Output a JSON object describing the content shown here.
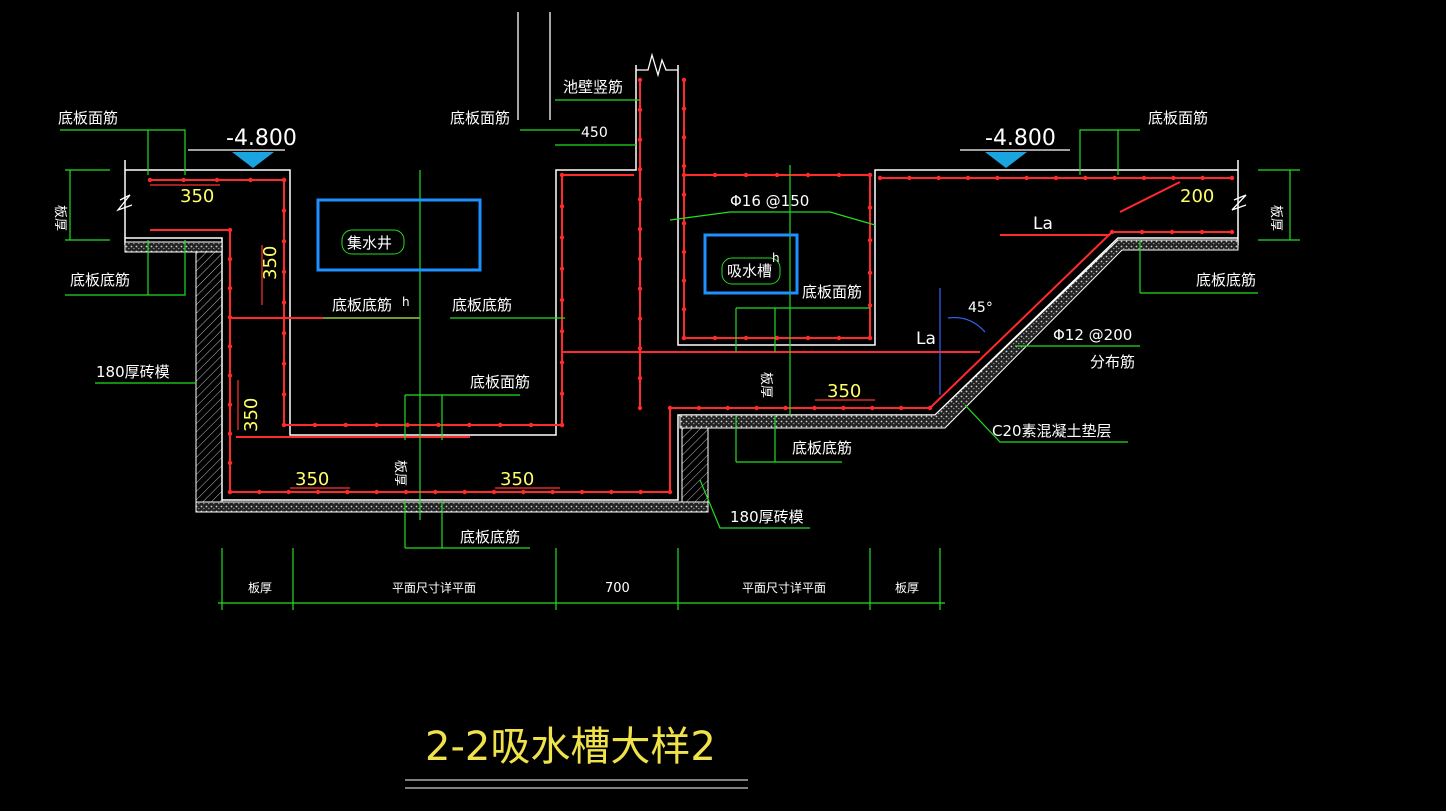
{
  "drawing": {
    "title": "2-2吸水槽大样2",
    "elevation_left": "-4.800",
    "elevation_right": "-4.800",
    "highlight_color": "#1e90ff",
    "rebar_color": "#ff2a2a",
    "leader_color": "#22dd22",
    "text_color": "#ffffff",
    "dim_color": "#ffff66",
    "labels": {
      "tl_top": "底板面筋",
      "tl_bottom": "底板底筋",
      "top_mid": "底板面筋",
      "wall_vertical": "池壁竖筋",
      "dim_450": "450",
      "tr_top": "底板面筋",
      "tr_bottom": "底板底筋",
      "pit_bottom_left": "底板底筋",
      "pit_bottom_right": "底板底筋",
      "sump_face": "底板面筋",
      "sump_bottom": "底板底筋",
      "trough_face": "底板面筋",
      "trough_bottom": "底板底筋",
      "brick_left": "180厚砖模",
      "brick_right": "180厚砖模",
      "rebar_spec": "Φ16 @150",
      "dist_spec": "Φ12 @200",
      "dist_label": "分布筋",
      "cushion": "C20素混凝土垫层",
      "la_1": "La",
      "la_2": "La",
      "angle": "45°",
      "h_1": "h",
      "h_2": "h",
      "thk_left": "板厚",
      "thk_right": "板厚",
      "thk_sump": "板厚",
      "thk_trough": "板厚"
    },
    "boxes": {
      "sump": "集水井",
      "trough": "吸水槽"
    },
    "dims": {
      "d350_a": "350",
      "d350_b": "350",
      "d350_c": "350",
      "d350_d": "350",
      "d350_e": "350",
      "d350_f": "350",
      "d200": "200"
    },
    "bottom_dims": [
      "板厚",
      "平面尺寸详平面",
      "700",
      "平面尺寸详平面",
      "板厚"
    ]
  }
}
